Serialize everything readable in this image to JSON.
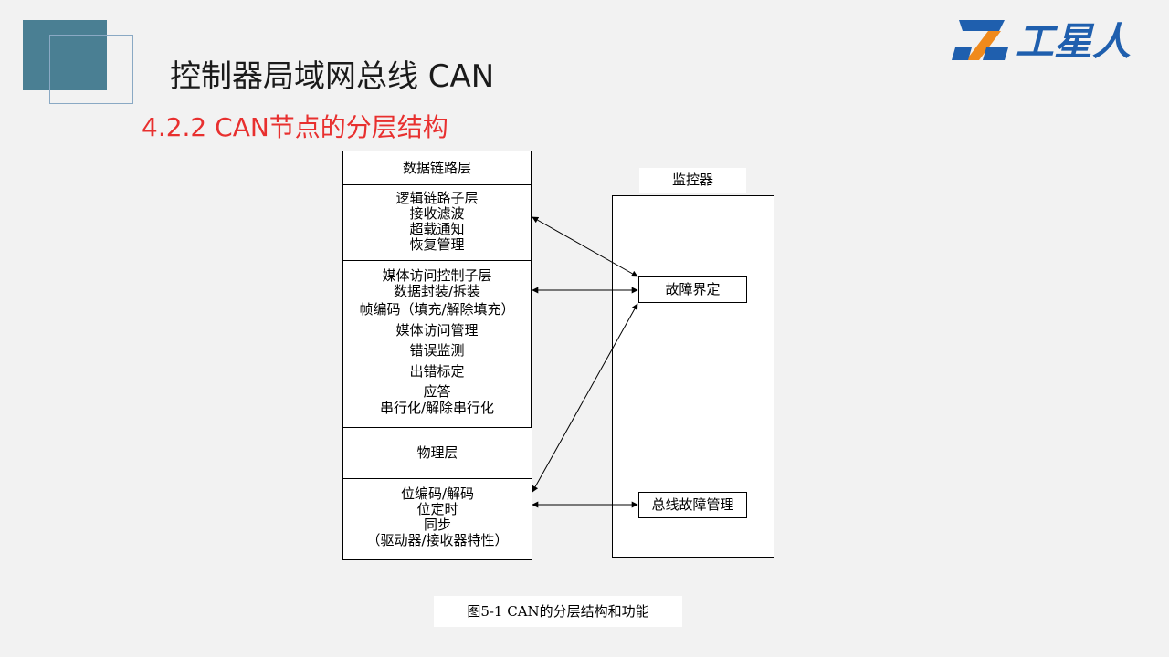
{
  "slide": {
    "title": "控制器局域网总线 CAN",
    "section": "4.2.2  CAN节点的分层结构",
    "logo_text": "工星人"
  },
  "diagram": {
    "left_stack": {
      "data_link_header": "数据链路层",
      "llc": [
        "逻辑链路子层",
        "接收滤波",
        "超载通知",
        "恢复管理"
      ],
      "mac": [
        "媒体访问控制子层",
        "数据封装/拆装",
        "帧编码（填充/解除填充）",
        "媒体访问管理",
        "错误监测",
        "出错标定",
        "应答",
        "串行化/解除串行化"
      ],
      "physical_header": "物理层",
      "physical": [
        "位编码/解码",
        "位定时",
        "同步",
        "（驱动器/接收器特性）"
      ]
    },
    "monitor": {
      "title": "监控器",
      "fault_confinement": "故障界定",
      "bus_fault_management": "总线故障管理"
    },
    "caption": "图5-1  CAN的分层结构和功能"
  },
  "colors": {
    "accent_red": "#e8302f",
    "deco_teal": "#4a7f93",
    "logo_blue": "#1f5fae",
    "logo_orange": "#f08a1c"
  }
}
